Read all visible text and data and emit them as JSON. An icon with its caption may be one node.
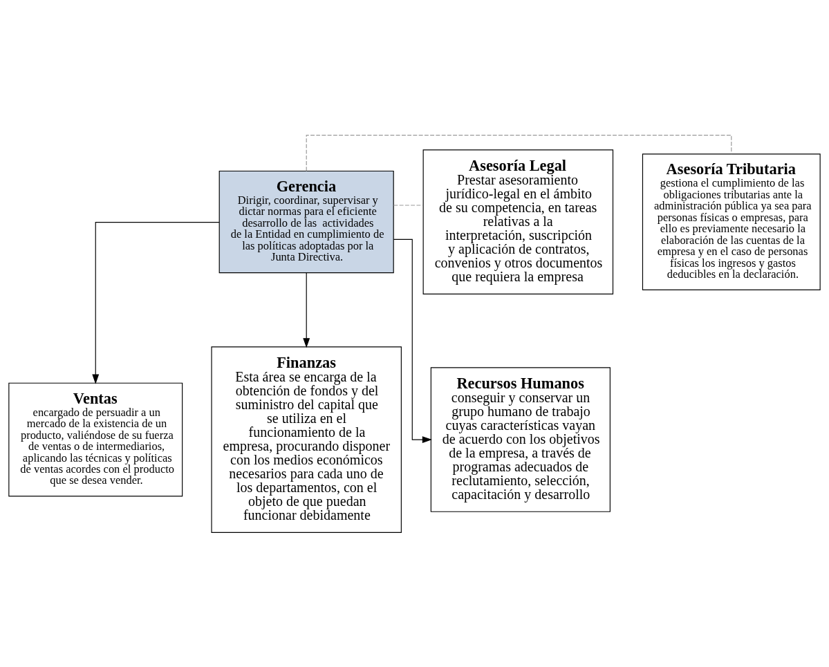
{
  "diagram": {
    "nodes": [
      {
        "text": [
          "Gerencia",
          "Dirigir, coordinar, supervisar y dictar normas para el eficiente desarrollo de las  actividades de la Entidad en cumplimiento de las políticas adoptadas por la Junta Directiva."
        ]
      },
      {
        "text": [
          "Asesoría Tributaria",
          "gestiona el cumplimiento de las obligaciones tributarias ante la administración pública ya sea para personas físicas o empresas, para ello es previamente necesario la elaboración de las cuentas de la empresa y en el caso de personas físicas los ingresos y gastos deducibles en la declaración."
        ]
      },
      {
        "text": [
          "Asesoría Legal",
          "Prestar asesoramiento jurídico-legal en el ámbito de su competencia, en tareas relativas a la interpretación, suscripción y aplicación de contratos, convenios y otros documentos que requiera la empresa"
        ]
      },
      {
        "text": [
          "Ventas",
          "encargado de persuadir a un mercado de la existencia de un producto, valiéndose de su fuerza de ventas o de intermediarios, aplicando las técnicas y políticas de ventas acordes con el producto que se desea vender."
        ]
      },
      {
        "text": [
          "Finanzas",
          "Esta área se encarga de la obtención de fondos y del suministro del capital que se utiliza en el funcionamiento de la empresa, procurando disponer con los medios económicos necesarios para cada uno de los departamentos, con el objeto de que puedan funcionar debidamente"
        ]
      },
      {
        "text": [
          "Recursos Humanos",
          "conseguir y conservar un grupo humano de trabajo cuyas características vayan de acuerdo con los objetivos de la empresa, a través de programas adecuados de reclutamiento, selección, capacitación y desarrollo"
        ]
      }
    ],
    "edges": [
      {
        "from": 0,
        "to": 1,
        "arrow": "none",
        "style": "dashed",
        "color": "#999999"
      },
      {
        "from": 0,
        "to": 2,
        "arrow": "none",
        "style": "dashed",
        "color": "#999999"
      },
      {
        "from": 0,
        "to": 3,
        "arrow": "to"
      },
      {
        "from": 0,
        "to": 4,
        "arrow": "to"
      },
      {
        "from": 0,
        "to": 5,
        "arrow": "to"
      }
    ]
  }
}
